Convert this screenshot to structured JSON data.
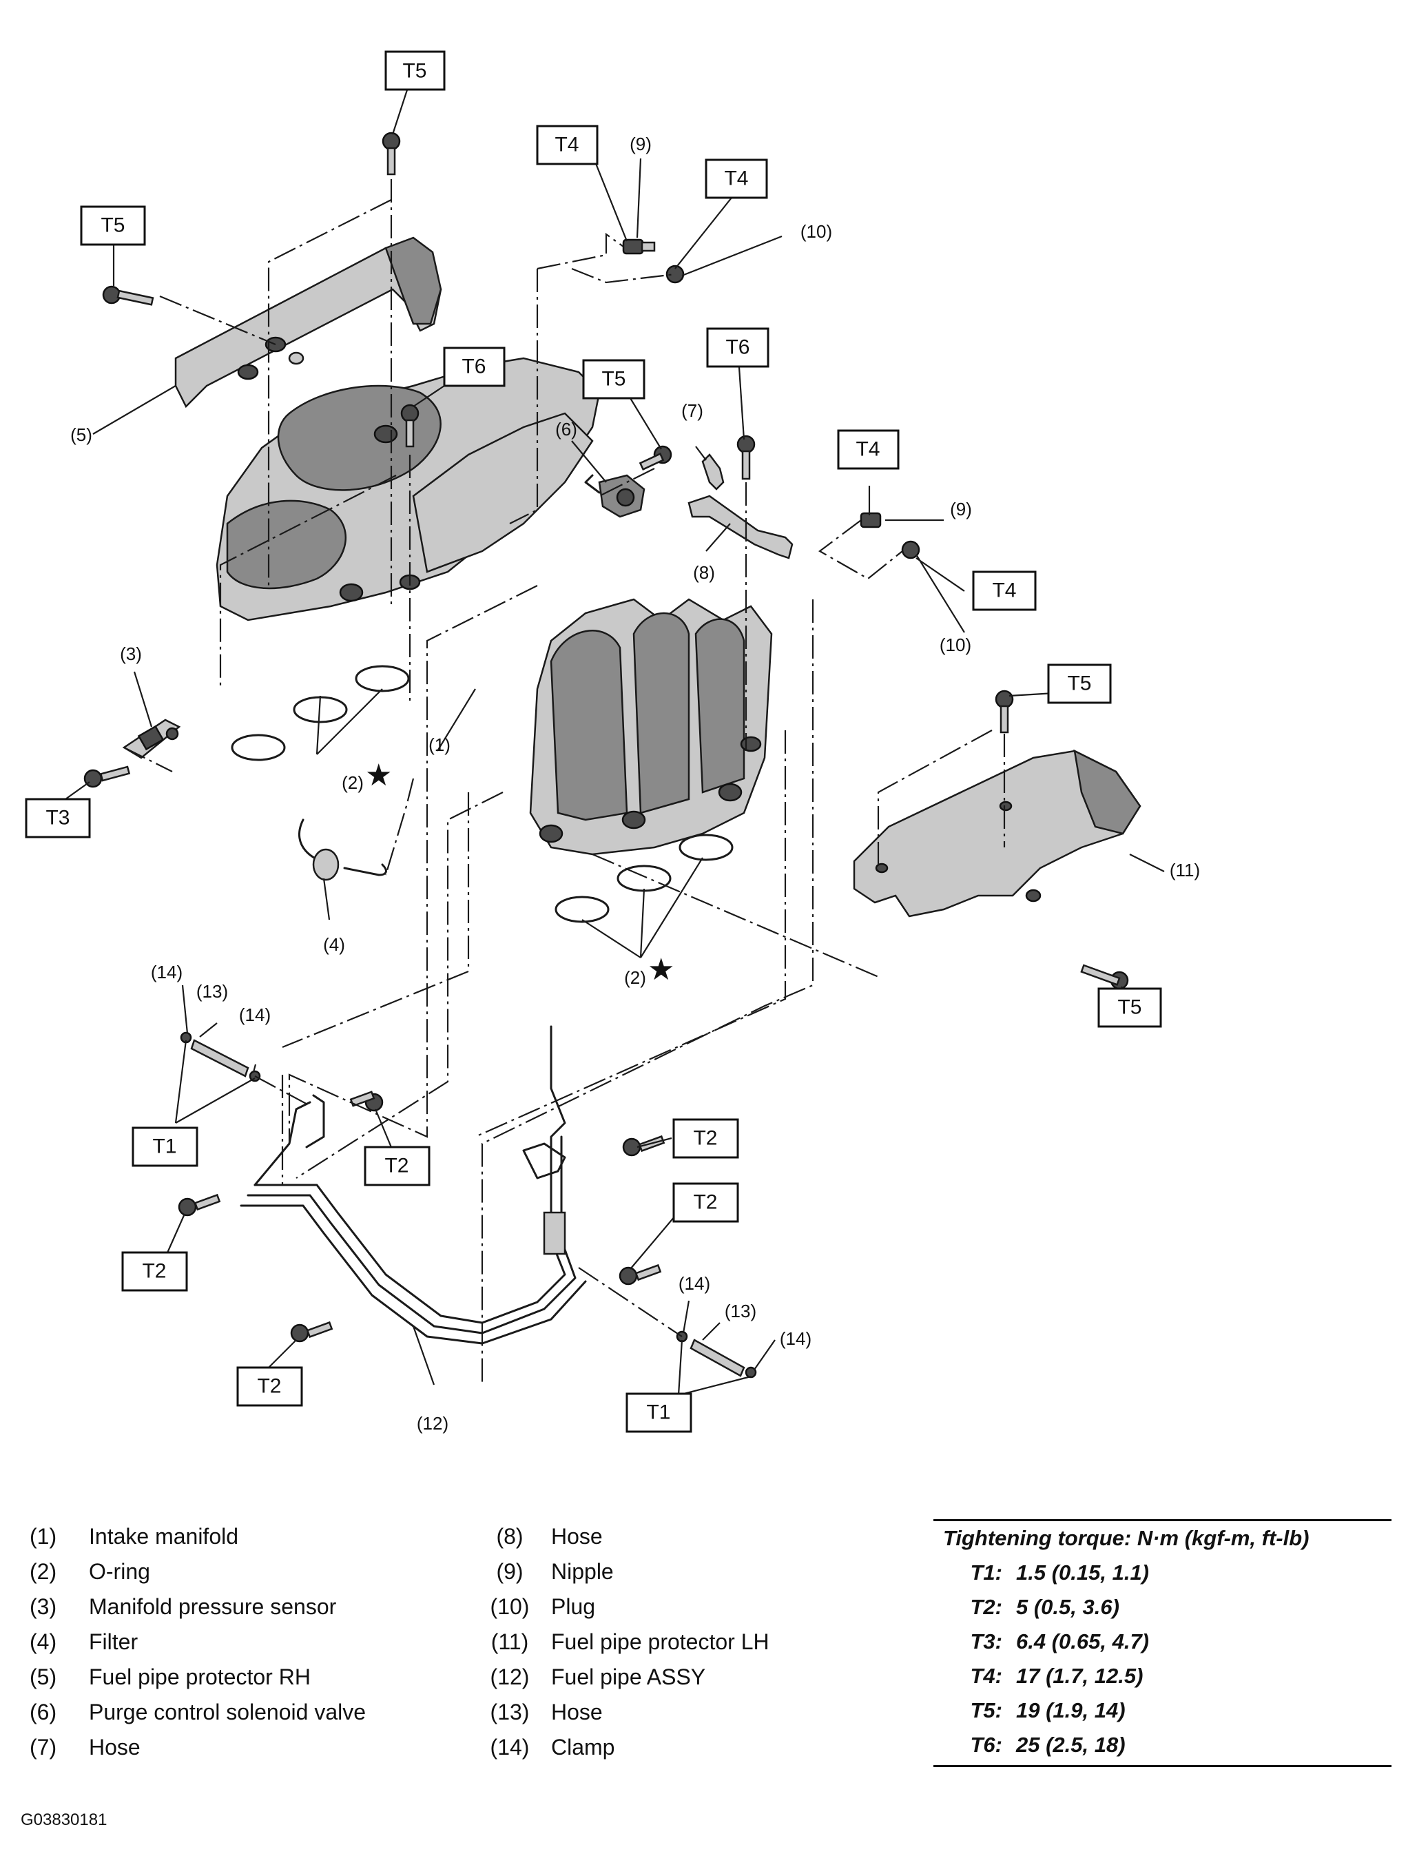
{
  "figure_code": "G03830181",
  "callouts": {
    "c1": "(1)",
    "c2": "(2)",
    "c3": "(3)",
    "c4": "(4)",
    "c5": "(5)",
    "c6": "(6)",
    "c7": "(7)",
    "c8": "(8)",
    "c9": "(9)",
    "c10": "(10)",
    "c11": "(11)",
    "c12": "(12)",
    "c13": "(13)",
    "c14": "(14)",
    "star": "★"
  },
  "torque_tags": {
    "t1": "T1",
    "t2": "T2",
    "t3": "T3",
    "t4": "T4",
    "t5": "T5",
    "t6": "T6"
  },
  "legend": {
    "left": [
      {
        "num": "(1)",
        "name": "Intake manifold"
      },
      {
        "num": "(2)",
        "name": "O-ring"
      },
      {
        "num": "(3)",
        "name": "Manifold pressure sensor"
      },
      {
        "num": "(4)",
        "name": "Filter"
      },
      {
        "num": "(5)",
        "name": "Fuel pipe protector RH"
      },
      {
        "num": "(6)",
        "name": "Purge control solenoid valve"
      },
      {
        "num": "(7)",
        "name": "Hose"
      }
    ],
    "right": [
      {
        "num": "(8)",
        "name": "Hose"
      },
      {
        "num": "(9)",
        "name": "Nipple"
      },
      {
        "num": "(10)",
        "name": "Plug"
      },
      {
        "num": "(11)",
        "name": "Fuel pipe protector LH"
      },
      {
        "num": "(12)",
        "name": "Fuel pipe ASSY"
      },
      {
        "num": "(13)",
        "name": "Hose"
      },
      {
        "num": "(14)",
        "name": "Clamp"
      }
    ]
  },
  "torque": {
    "title": "Tightening torque: N·m (kgf-m, ft-lb)",
    "rows": [
      {
        "code": "T1:",
        "value": "1.5 (0.15, 1.1)"
      },
      {
        "code": "T2:",
        "value": "5 (0.5, 3.6)"
      },
      {
        "code": "T3:",
        "value": "6.4 (0.65, 4.7)"
      },
      {
        "code": "T4:",
        "value": "17 (1.7, 12.5)"
      },
      {
        "code": "T5:",
        "value": "19 (1.9, 14)"
      },
      {
        "code": "T6:",
        "value": "25 (2.5, 18)"
      }
    ]
  }
}
